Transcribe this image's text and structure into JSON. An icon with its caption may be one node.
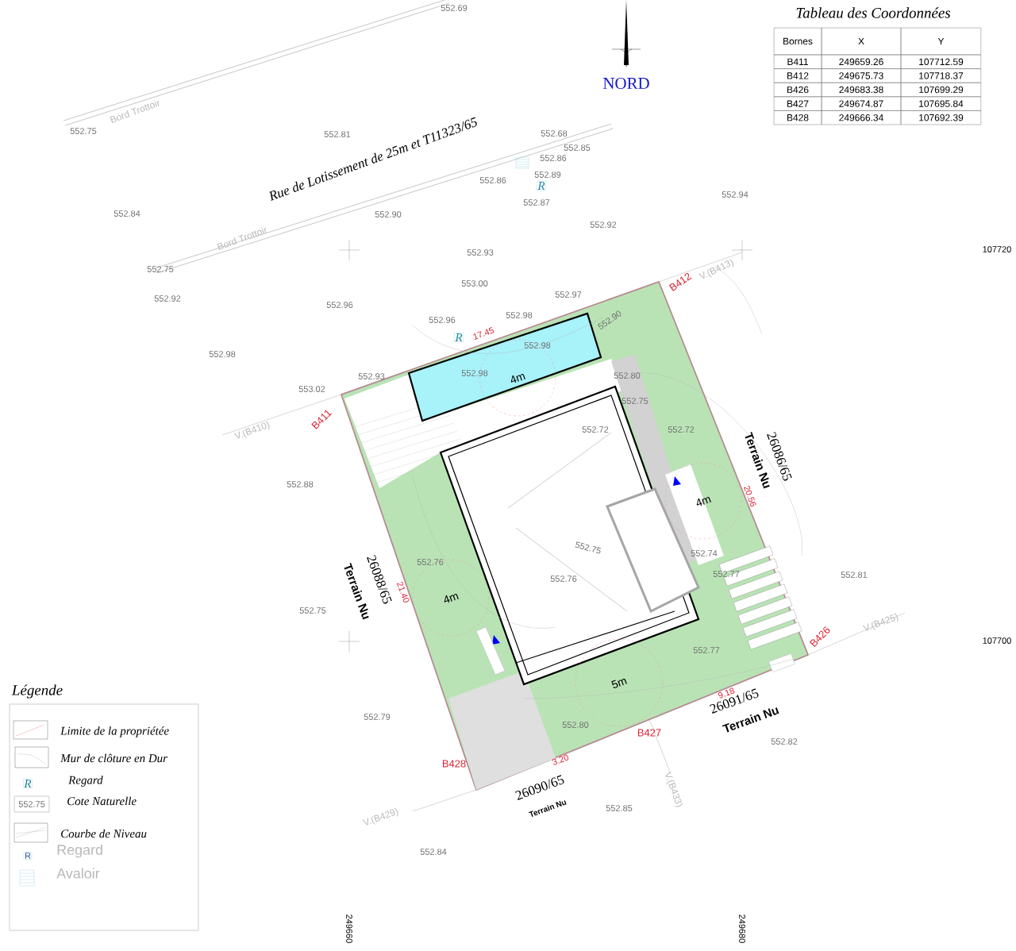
{
  "diagram": {
    "labels": [
      "552.69",
      "Tableau des Coordonnées",
      "NORD",
      "Bornes",
      "X",
      "Y",
      "B411",
      "249659.26",
      "107712.59",
      "B412",
      "249675.73",
      "107718.37",
      "B426",
      "249683.38",
      "107699.29",
      "B427",
      "249674.87",
      "107695.84",
      "B428",
      "249666.34",
      "107692.39",
      "552.75",
      "Bord Trottoir",
      "552.81",
      "Rue de Lotissement  de 25m et T11323/65",
      "552.68",
      "552.85",
      "552.86",
      "552.89",
      "R",
      "552.86",
      "552.87",
      "552.84",
      "552.90",
      "552.94",
      "552.92",
      "Bord Trottoir",
      "552.93",
      "107720",
      "552.75",
      "553.00",
      "552.92",
      "552.96",
      "552.97",
      "B412",
      "V.(B413)",
      "552.96",
      "552.98",
      "R",
      "17.45",
      "552.90",
      "552.98",
      "552.98",
      "552.93",
      "552.98",
      "4m",
      "552.80",
      "553.02",
      "552.75",
      "B411",
      "V.(B410)",
      "552.72",
      "552.72",
      "26086/65",
      "Terrain Nu",
      "552.88",
      "20.56",
      "4m",
      "552.75",
      "552.74",
      "552.76",
      "552.77",
      "552.76",
      "552.81",
      "26088/65",
      "Terrain Nu",
      "21.40",
      "4m",
      "552.75",
      "V.(B425)",
      "B426",
      "107700",
      "552.77",
      "5m",
      "Légende",
      "9.18",
      "26091/65",
      "Terrain Nu",
      "552.79",
      "552.80",
      "B427",
      "552.82",
      "B428",
      "3.20",
      "26090/65",
      "V.(B433)",
      "552.85",
      "Terrain Nu",
      "V.(B429)",
      "552.84",
      "249660",
      "249680",
      "R",
      "552.75",
      "R"
    ],
    "legend": [
      {
        "text": "Limite de la propriétée"
      },
      {
        "text": "Mur de clôture en Dur"
      },
      {
        "text": "Regard"
      },
      {
        "text": "Cote  Naturelle"
      },
      {
        "text": "Courbe de Niveau"
      },
      {
        "text": "Regard"
      },
      {
        "text": "Avaloir"
      }
    ]
  }
}
